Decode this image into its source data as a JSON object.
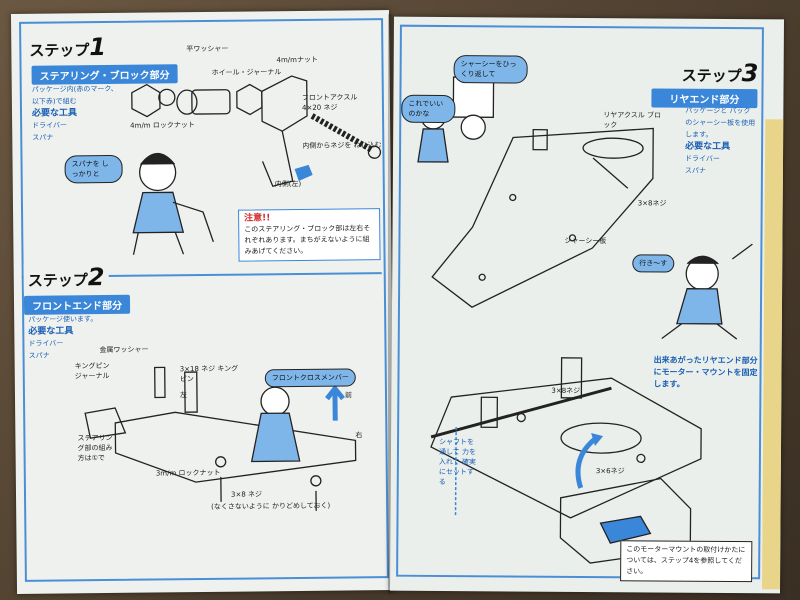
{
  "left_page": {
    "step1": {
      "label": "ステップ",
      "number": "1",
      "section": "ステアリング・ブロック部分",
      "tools_intro": "パッケージ内(赤のマーク、以下赤)で組む",
      "tools_title": "必要な工具",
      "tool1": "ドライバー",
      "tool2": "スパナ",
      "labels": {
        "washer": "平ワッシャー",
        "nut": "4m/mナット",
        "wheel_journal": "ホイール・ジャーナル",
        "front_axle": "フロントアクスル 4×20 ネジ",
        "locknut": "4m/m ロックナット",
        "inside_note": "内側からネジを ねじ込む",
        "inside_left": "内側(左)"
      },
      "bubble": "スパナを しっかりと"
    },
    "note": {
      "title": "注意!!",
      "body": "このステアリング・ブロック部は左右それぞれあります。まちがえないように組みあげてください。"
    },
    "step2": {
      "label": "ステップ",
      "number": "2",
      "section": "フロントエンド部分",
      "tools_intro": "パッケージ使います。",
      "tools_title": "必要な工具",
      "tool1": "ドライバー",
      "tool2": "スパナ",
      "labels": {
        "metal_washer": "金属ワッシャー",
        "kingpin_journal": "キングピン ジャーナル",
        "screw_3x18": "3×18 ネジ キングピン",
        "left": "左",
        "front": "前",
        "right": "右",
        "side_note": "ステアリング部の組み方は①で",
        "locknut3": "3m/m ロックナット",
        "screw_3x8": "3×8 ネジ",
        "screw_note": "(なくさないように かりどめしておく)"
      },
      "bubble": "フロントクロスメンバー"
    }
  },
  "right_page": {
    "step3": {
      "label": "ステップ",
      "number": "3",
      "section": "リヤエンド部分",
      "tools_intro": "パッケージと パックのシャーシー板を使用します。",
      "tools_title": "必要な工具",
      "tool1": "ドライバー",
      "tool2": "スパナ",
      "labels": {
        "rear_axle": "リヤアクスル ブロック",
        "screw_3x8a": "3×8ネジ",
        "chassis": "シャーシー板",
        "screw_3x8b": "3×8ネジ",
        "screw_3x6": "3×6ネジ",
        "shaft_note": "シャフトを通して 力を入れて 確実にセットする"
      },
      "bubble_top": "シャーシーをひっくり返して",
      "bubble_left": "これでいいのかな",
      "bubble_right": "行き〜す"
    },
    "caption": "出来あがったリヤエンド部分にモーター・マウントを固定します。",
    "footer": "このモーターマウントの取付けかたについては、ステップ4を参照してください。"
  },
  "colors": {
    "accent": "#3a86d9",
    "paper": "#eef1ee",
    "warning": "#d03030"
  }
}
